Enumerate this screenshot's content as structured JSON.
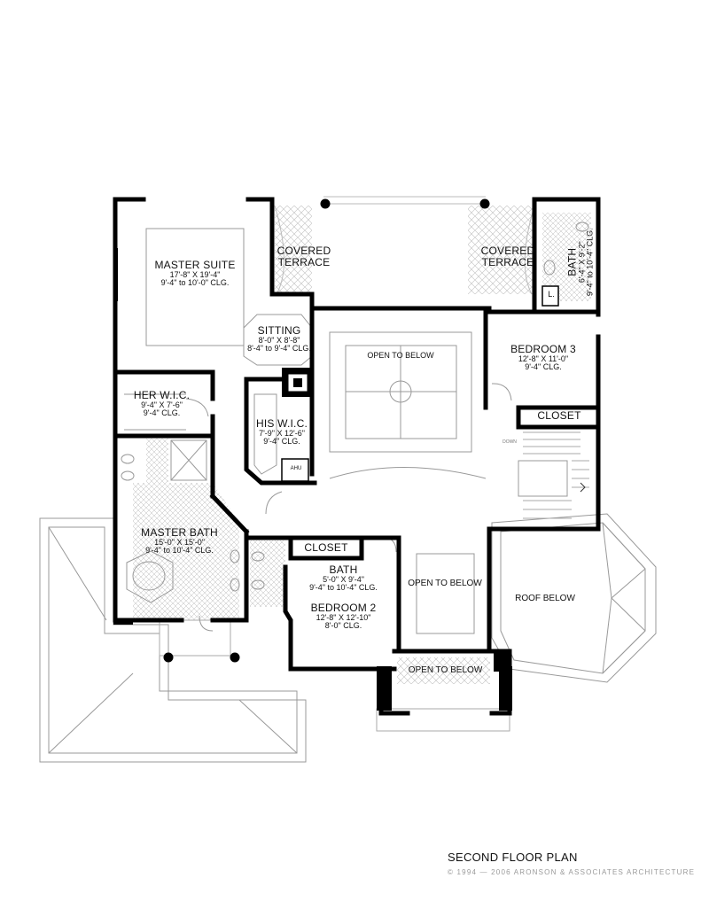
{
  "plan": {
    "title": "SECOND FLOOR PLAN",
    "copyright": "© 1994 — 2006 ARONSON & ASSOCIATES ARCHITECTURE"
  },
  "rooms": {
    "master_suite": {
      "name": "MASTER SUITE",
      "dims": "17'-8\" X 19'-4\"",
      "clg": "9'-4\" to 10'-0\" CLG."
    },
    "covered_terrace_left": {
      "line1": "COVERED",
      "line2": "TERRACE"
    },
    "covered_terrace_right": {
      "line1": "COVERED",
      "line2": "TERRACE"
    },
    "bath_top": {
      "name": "BATH",
      "dims": "6'-4\" X 9'-2\"",
      "clg": "9'-4\" to 10'-4\" CLG."
    },
    "linen": {
      "name": "L."
    },
    "sitting": {
      "name": "SITTING",
      "dims": "8'-0\" X 8'-8\"",
      "clg": "8'-4\" to 9'-4\" CLG."
    },
    "open_below_center": {
      "name": "OPEN TO BELOW"
    },
    "bedroom3": {
      "name": "BEDROOM 3",
      "dims": "12'-8\" X 11'-0\"",
      "clg": "9'-4\" CLG."
    },
    "closet_bed3": {
      "name": "CLOSET"
    },
    "her_wic": {
      "name": "HER W.I.C.",
      "dims": "9'-4\" X 7'-6\"",
      "clg": "9'-4\" CLG."
    },
    "his_wic": {
      "name": "HIS W.I.C.",
      "dims": "7'-9\" X 12'-6\"",
      "clg": "9'-4\" CLG."
    },
    "ahu": {
      "name": "AHU"
    },
    "down": {
      "name": "DOWN"
    },
    "master_bath": {
      "name": "MASTER BATH",
      "dims": "15'-0\" X 15'-0\"",
      "clg": "9'-4\" to 10'-4\" CLG."
    },
    "closet_bed2": {
      "name": "CLOSET"
    },
    "bath2": {
      "name": "BATH",
      "dims": "5'-0\" X 9'-4\"",
      "clg": "9'-4\" to 10'-4\" CLG."
    },
    "bedroom2": {
      "name": "BEDROOM 2",
      "dims": "12'-8\" X 12'-10\"",
      "clg": "8'-0\" CLG."
    },
    "open_below_mid": {
      "name": "OPEN TO BELOW"
    },
    "roof_below": {
      "name": "ROOF BELOW"
    },
    "open_below_bottom": {
      "name": "OPEN TO BELOW"
    }
  }
}
